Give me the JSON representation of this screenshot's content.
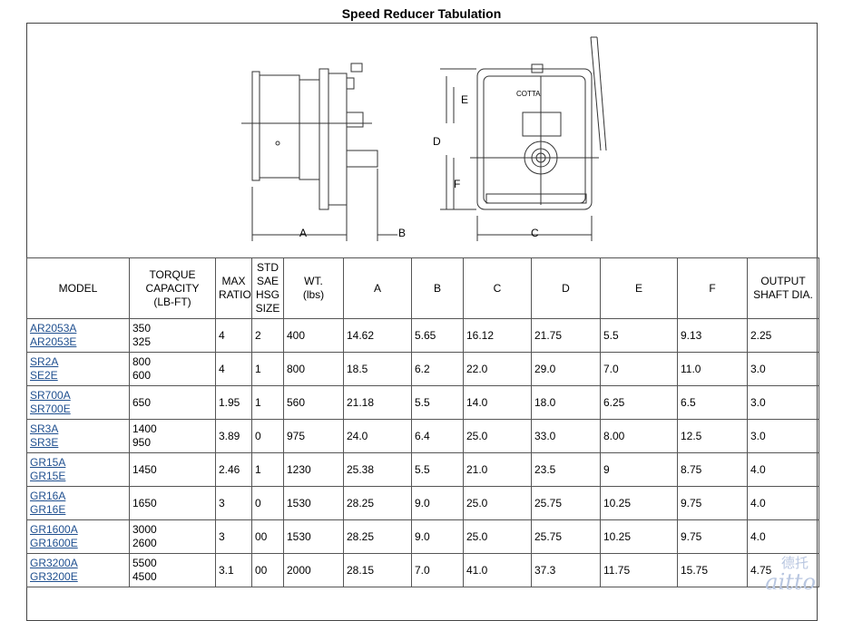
{
  "title": "Speed Reducer Tabulation",
  "drawing": {
    "dimension_labels": {
      "a": "A",
      "b": "B",
      "c": "C",
      "d": "D",
      "e": "E",
      "f": "F"
    },
    "nameplate": "COTTA"
  },
  "table": {
    "headers": [
      [
        "MODEL"
      ],
      [
        "TORQUE",
        "CAPACITY",
        "(LB-FT)"
      ],
      [
        "MAX",
        "RATIO"
      ],
      [
        "STD",
        "SAE",
        "HSG",
        "SIZE"
      ],
      [
        "WT.",
        "(lbs)"
      ],
      [
        "A"
      ],
      [
        "B"
      ],
      [
        "C"
      ],
      [
        "D"
      ],
      [
        "E"
      ],
      [
        "F"
      ],
      [
        "OUTPUT",
        "SHAFT DIA."
      ]
    ],
    "rows": [
      {
        "models": [
          "AR2053A",
          "AR2053E"
        ],
        "torque": [
          "350",
          "325"
        ],
        "ratio": "4",
        "sae": "2",
        "wt": "400",
        "a": "14.62",
        "b": "5.65",
        "c": "16.12",
        "d": "21.75",
        "e": "5.5",
        "f": "9.13",
        "shaft": "2.25"
      },
      {
        "models": [
          "SR2A",
          "SE2E"
        ],
        "torque": [
          "800",
          "600"
        ],
        "ratio": "4",
        "sae": "1",
        "wt": "800",
        "a": "18.5",
        "b": "6.2",
        "c": "22.0",
        "d": "29.0",
        "e": "7.0",
        "f": "11.0",
        "shaft": "3.0"
      },
      {
        "models": [
          "SR700A",
          "SR700E"
        ],
        "torque": [
          "650"
        ],
        "ratio": "1.95",
        "sae": "1",
        "wt": "560",
        "a": "21.18",
        "b": "5.5",
        "c": "14.0",
        "d": "18.0",
        "e": "6.25",
        "f": "6.5",
        "shaft": "3.0"
      },
      {
        "models": [
          "SR3A",
          "SR3E"
        ],
        "torque": [
          "1400",
          "950"
        ],
        "ratio": "3.89",
        "sae": "0",
        "wt": "975",
        "a": "24.0",
        "b": "6.4",
        "c": "25.0",
        "d": "33.0",
        "e": "8.00",
        "f": "12.5",
        "shaft": "3.0"
      },
      {
        "models": [
          "GR15A",
          "GR15E"
        ],
        "torque": [
          "1450"
        ],
        "ratio": "2.46",
        "sae": "1",
        "wt": "1230",
        "a": "25.38",
        "b": "5.5",
        "c": "21.0",
        "d": "23.5",
        "e": "9",
        "f": "8.75",
        "shaft": "4.0"
      },
      {
        "models": [
          "GR16A",
          "GR16E"
        ],
        "torque": [
          "1650"
        ],
        "ratio": "3",
        "sae": "0",
        "wt": "1530",
        "a": "28.25",
        "b": "9.0",
        "c": "25.0",
        "d": "25.75",
        "e": "10.25",
        "f": "9.75",
        "shaft": "4.0"
      },
      {
        "models": [
          "GR1600A",
          "GR1600E"
        ],
        "torque": [
          "3000",
          "2600"
        ],
        "ratio": "3",
        "sae": "00",
        "wt": "1530",
        "a": "28.25",
        "b": "9.0",
        "c": "25.0",
        "d": "25.75",
        "e": "10.25",
        "f": "9.75",
        "shaft": "4.0"
      },
      {
        "models": [
          "GR3200A",
          "GR3200E"
        ],
        "torque": [
          "5500",
          "4500"
        ],
        "ratio": "3.1",
        "sae": "00",
        "wt": "2000",
        "a": "28.15",
        "b": "7.0",
        "c": "41.0",
        "d": "37.3",
        "e": "11.75",
        "f": "15.75",
        "shaft": "4.75"
      }
    ]
  },
  "watermark": {
    "latin": "aitto",
    "cjk": "德托"
  },
  "colors": {
    "link": "#1f4f8f",
    "border": "#555555"
  }
}
